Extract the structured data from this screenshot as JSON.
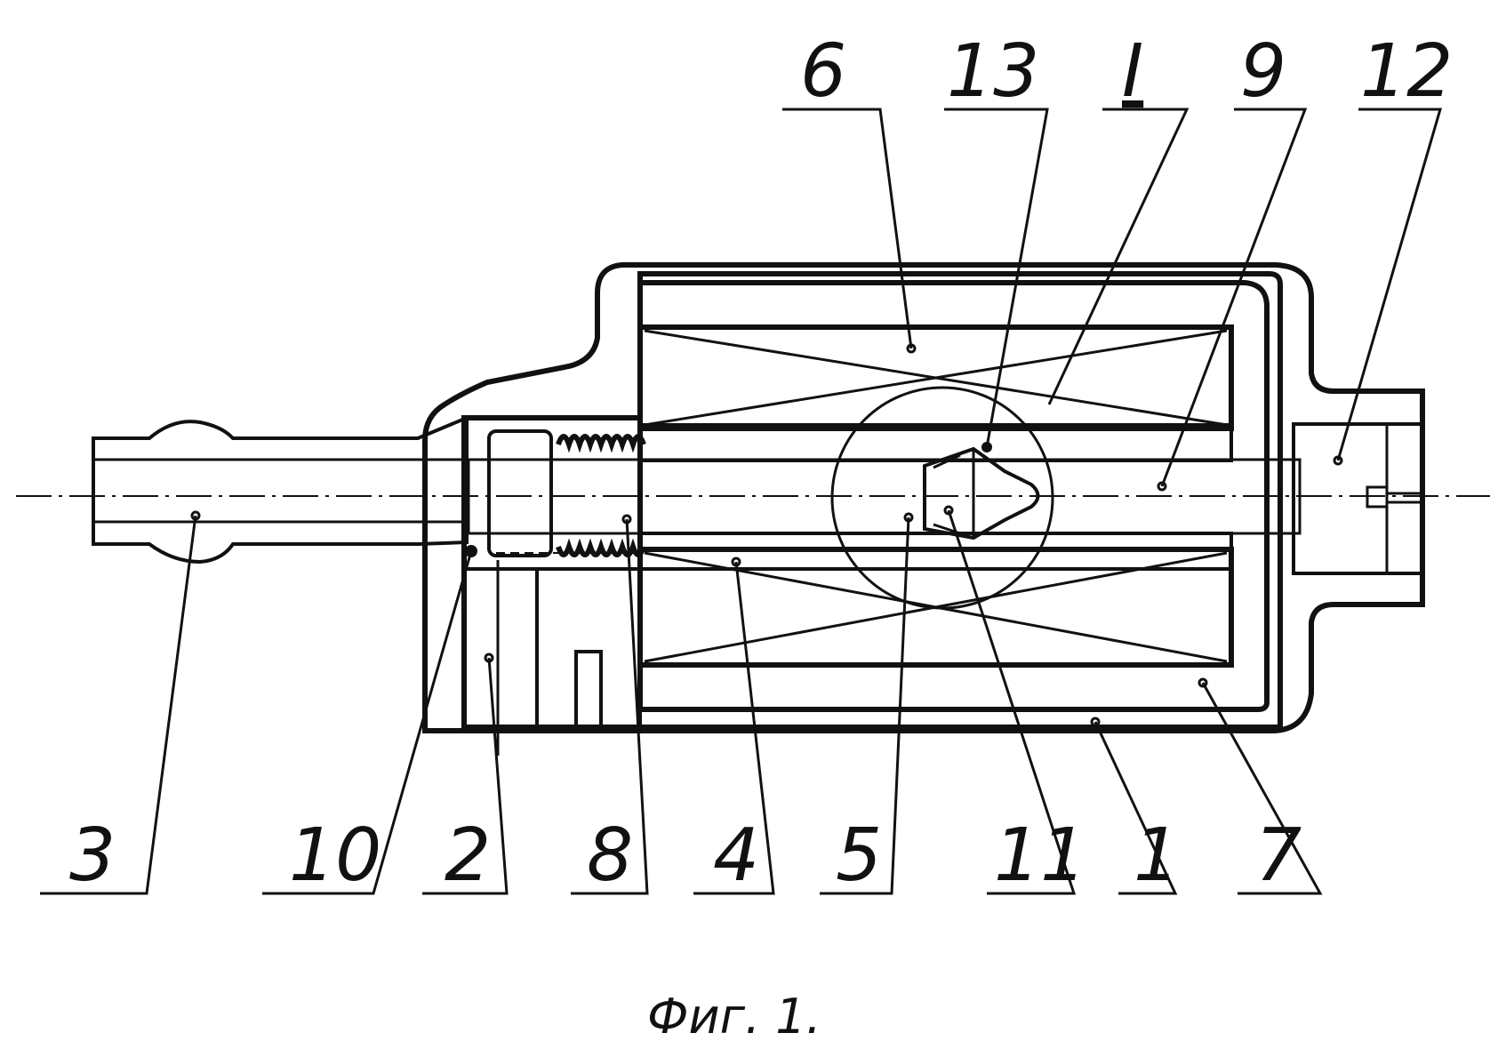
{
  "figure": {
    "caption": "Фиг. 1.",
    "section_mark": "I"
  },
  "labels": {
    "l1": "1",
    "l2": "2",
    "l3": "3",
    "l4": "4",
    "l5": "5",
    "l6": "6",
    "l7": "7",
    "l8": "8",
    "l9": "9",
    "l10": "10",
    "l11": "11",
    "l12": "12",
    "l13": "13"
  }
}
